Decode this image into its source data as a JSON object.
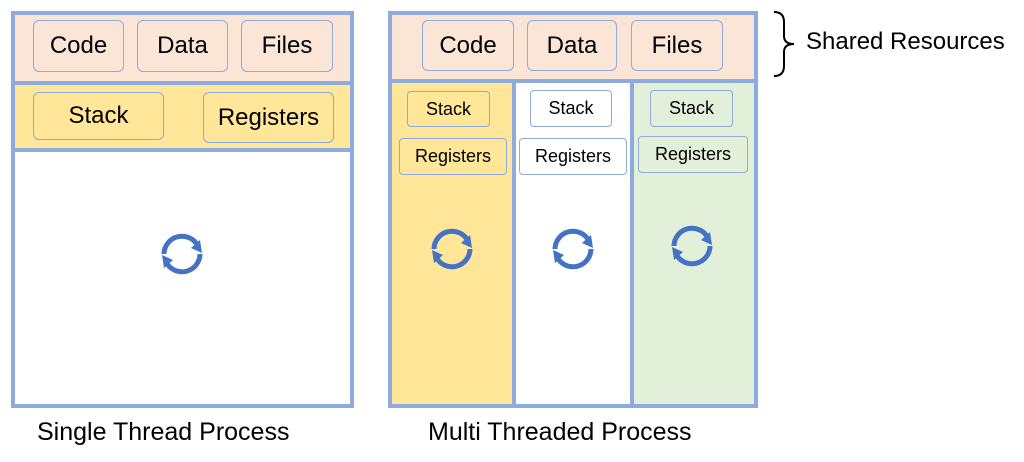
{
  "single": {
    "code": "Code",
    "data": "Data",
    "files": "Files",
    "stack": "Stack",
    "registers": "Registers",
    "caption": "Single Thread Process"
  },
  "multi": {
    "code": "Code",
    "data": "Data",
    "files": "Files",
    "threads": [
      {
        "stack": "Stack",
        "registers": "Registers",
        "color": "#ffe699"
      },
      {
        "stack": "Stack",
        "registers": "Registers",
        "color": "#ffffff"
      },
      {
        "stack": "Stack",
        "registers": "Registers",
        "color": "#e2f0d9"
      }
    ],
    "caption": "Multi Threaded Process"
  },
  "brace_label": "Shared Resources",
  "colors": {
    "border": "#8faadc",
    "shared": "#fbe5d6",
    "yellow": "#ffe699",
    "green": "#e2f0d9",
    "arrow": "#4472c4"
  },
  "icons": [
    "cycle-icon",
    "brace-icon"
  ]
}
